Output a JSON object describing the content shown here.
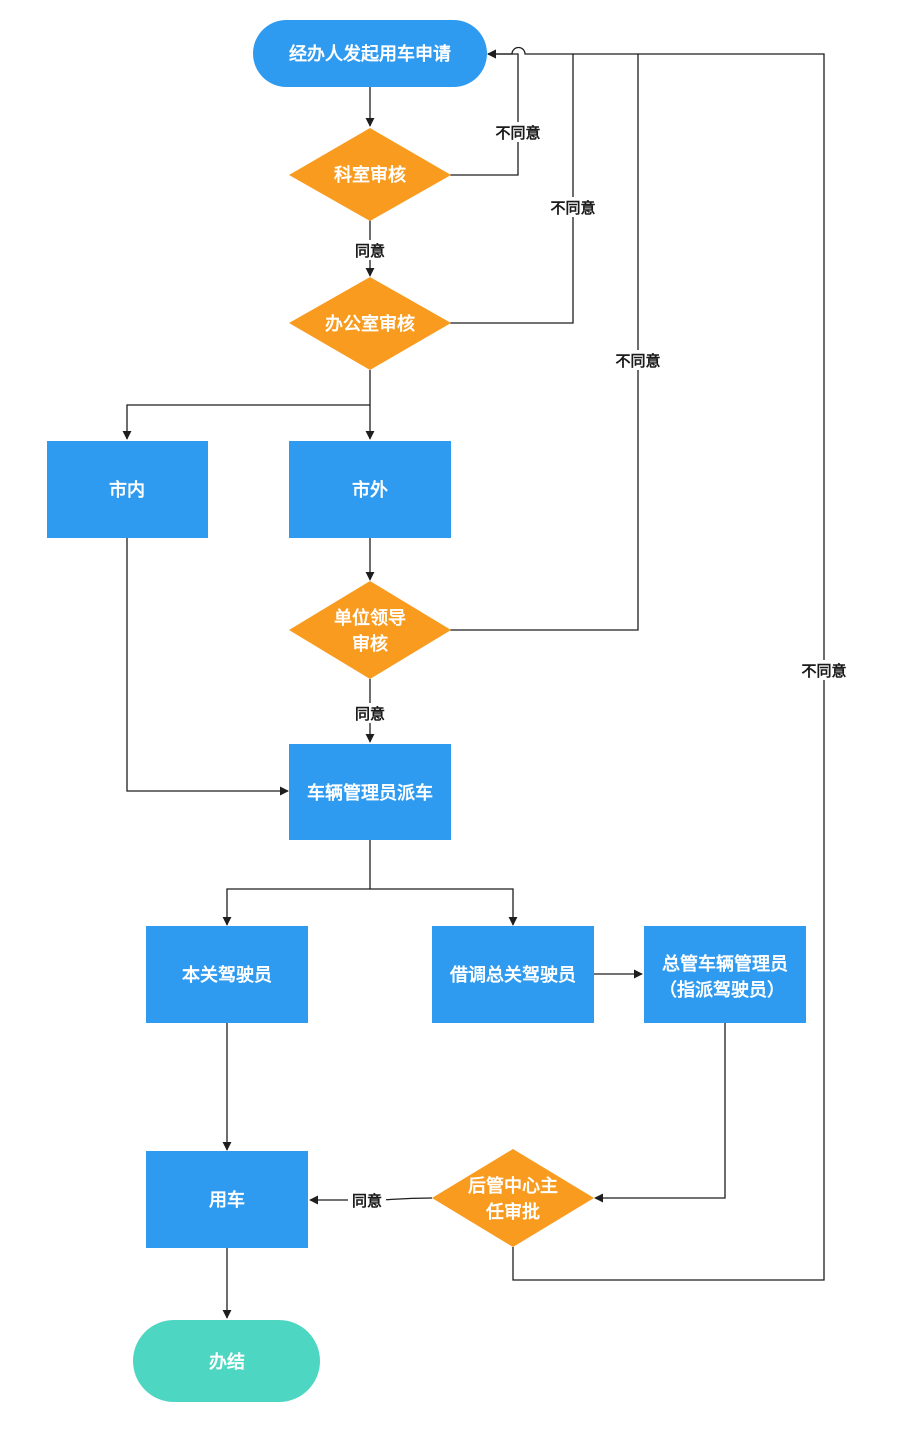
{
  "colors": {
    "process": "#2f9bf0",
    "decision": "#f89b1f",
    "terminal_start": "#2f9bf0",
    "terminal_end": "#4dd6c1",
    "line": "#1e1e1e"
  },
  "nodes": {
    "start": "经办人发起用车申请",
    "dept_review": "科室审核",
    "office_review": "办公室审核",
    "in_city": "市内",
    "out_city": "市外",
    "leader_review_1": "单位领导",
    "leader_review_2": "审核",
    "dispatch": "车辆管理员派车",
    "local_driver": "本关驾驶员",
    "borrow_driver": "借调总关驾驶员",
    "hq_manager_1": "总管车辆管理员",
    "hq_manager_2": "（指派驾驶员）",
    "director_approval_1": "后管中心主",
    "director_approval_2": "任审批",
    "use_car": "用车",
    "end": "办结"
  },
  "edge_labels": {
    "reject_dept": "不同意",
    "reject_office": "不同意",
    "reject_leader": "不同意",
    "reject_director": "不同意",
    "agree_dept": "同意",
    "agree_leader": "同意",
    "agree_director": "同意"
  }
}
